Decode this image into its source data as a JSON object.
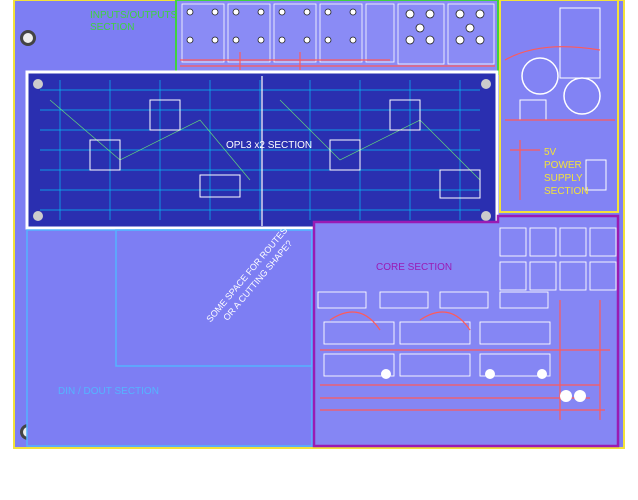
{
  "sections": {
    "io": "INPUTS/OUTPUTS SECTION",
    "opl3": "OPL3 x2 SECTION",
    "psu_l1": "5V",
    "psu_l2": "POWER",
    "psu_l3": "SUPPLY",
    "psu_l4": "SECTION",
    "core": "CORE SECTION",
    "routes_l1": "SOME SPACE FOR ROUTES",
    "routes_l2": "OR A CUTTING SHAPE?",
    "din_dout": "DIN / DOUT SECTION"
  },
  "colors": {
    "board": "#7b7cf2",
    "board_dark": "#2a2fb0",
    "io_border": "#3fd23f",
    "psu_border": "#f3e23a",
    "core_border": "#9a1bb3",
    "opl3_border": "#ffffff",
    "routes_border": "#55b4ff",
    "outer_border": "#f3e23a",
    "trace_red": "#ff5a5a",
    "pad_white": "#ffffff"
  }
}
